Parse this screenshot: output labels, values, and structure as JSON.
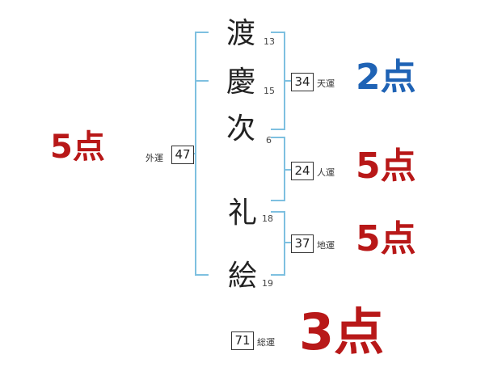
{
  "colors": {
    "bracket": "#7ec0e0",
    "good": "#1f63b5",
    "bad": "#b81818"
  },
  "characters": [
    {
      "char": "渡",
      "strokes": "13"
    },
    {
      "char": "慶",
      "strokes": "15"
    },
    {
      "char": "次",
      "strokes": "6"
    },
    {
      "char": "礼",
      "strokes": "18"
    },
    {
      "char": "絵",
      "strokes": "19"
    }
  ],
  "fortunes": {
    "gaiun": {
      "label": "外運",
      "value": "47",
      "score": "5点"
    },
    "tenun": {
      "label": "天運",
      "value": "34",
      "score": "2点"
    },
    "jinun": {
      "label": "人運",
      "value": "24",
      "score": "5点"
    },
    "chiun": {
      "label": "地運",
      "value": "37",
      "score": "5点"
    },
    "souun": {
      "label": "総運",
      "value": "71",
      "score": "3点"
    }
  }
}
